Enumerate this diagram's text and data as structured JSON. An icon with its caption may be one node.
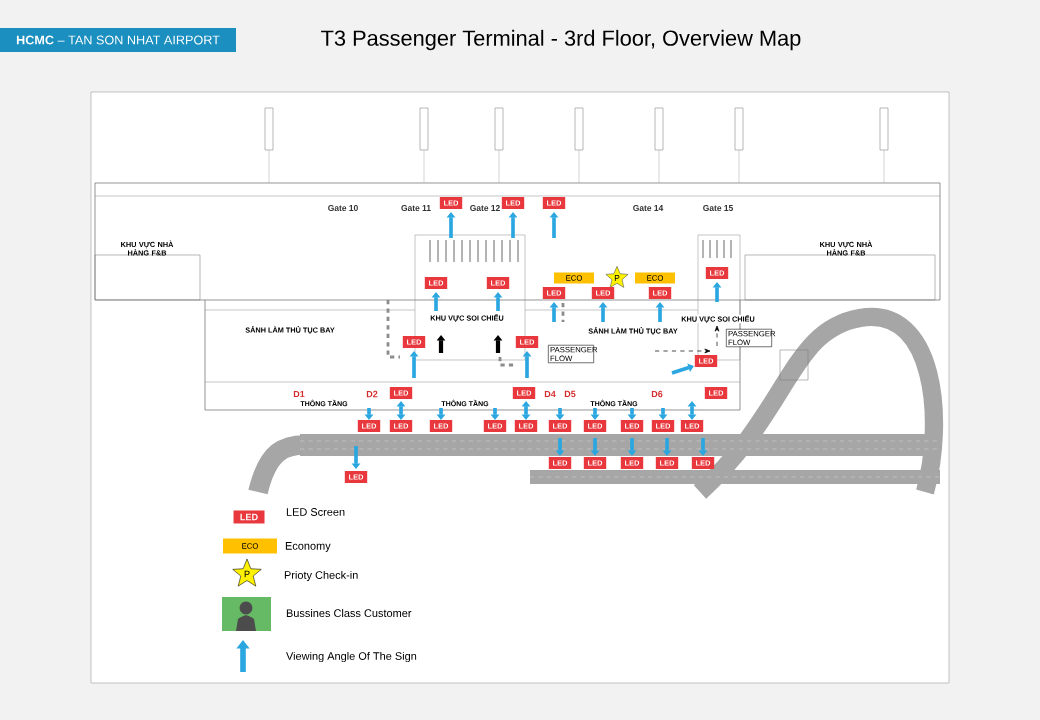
{
  "diagram": {
    "title": "T3 Passenger Terminal - 3rd Floor, Overview Map",
    "labels": [
      "**HCMC** – TAN SON NHAT AIRPORT",
      "Gate 10",
      "Gate 11",
      "Gate 12",
      "Gate 14",
      "Gate 15",
      "LED",
      "LED",
      "LED",
      "KHU VỰC NHÀ HÀNG F&B",
      "KHU VỰC NHÀ HÀNG F&B",
      "ECO",
      "P",
      "ECO",
      "LED",
      "LED",
      "LED",
      "LED",
      "LED",
      "LED",
      "SẢNH LÀM THỦ TỤC BAY",
      "KHU VỰC SOI CHIẾU",
      "SẢNH LÀM THỦ TỤC BAY",
      "KHU VỰC SOI CHIẾU",
      "LED",
      "LED",
      "PASSENGER FLOW",
      "PASSENGER FLOW",
      "LED",
      "D1",
      "D2",
      "LED",
      "LED",
      "D4",
      "D5",
      "D6",
      "LED",
      "THÔNG TẦNG",
      "THÔNG TẦNG",
      "THÔNG TẦNG",
      "LED",
      "LED",
      "LED",
      "LED",
      "LED",
      "LED",
      "LED",
      "LED",
      "LED",
      "LED",
      "LED",
      "LED",
      "LED",
      "LED",
      "LED",
      "LED",
      "LED",
      "ECO",
      "P"
    ],
    "legend": [
      {
        "text": "LED Screen",
        "color": "#e8383d"
      },
      {
        "text": "Economy",
        "color": "#ffc000"
      },
      {
        "text": "Prioty Check-in"
      },
      {
        "text": "Bussines Class Customer"
      },
      {
        "text": "Viewing Angle Of The Sign"
      }
    ]
  }
}
